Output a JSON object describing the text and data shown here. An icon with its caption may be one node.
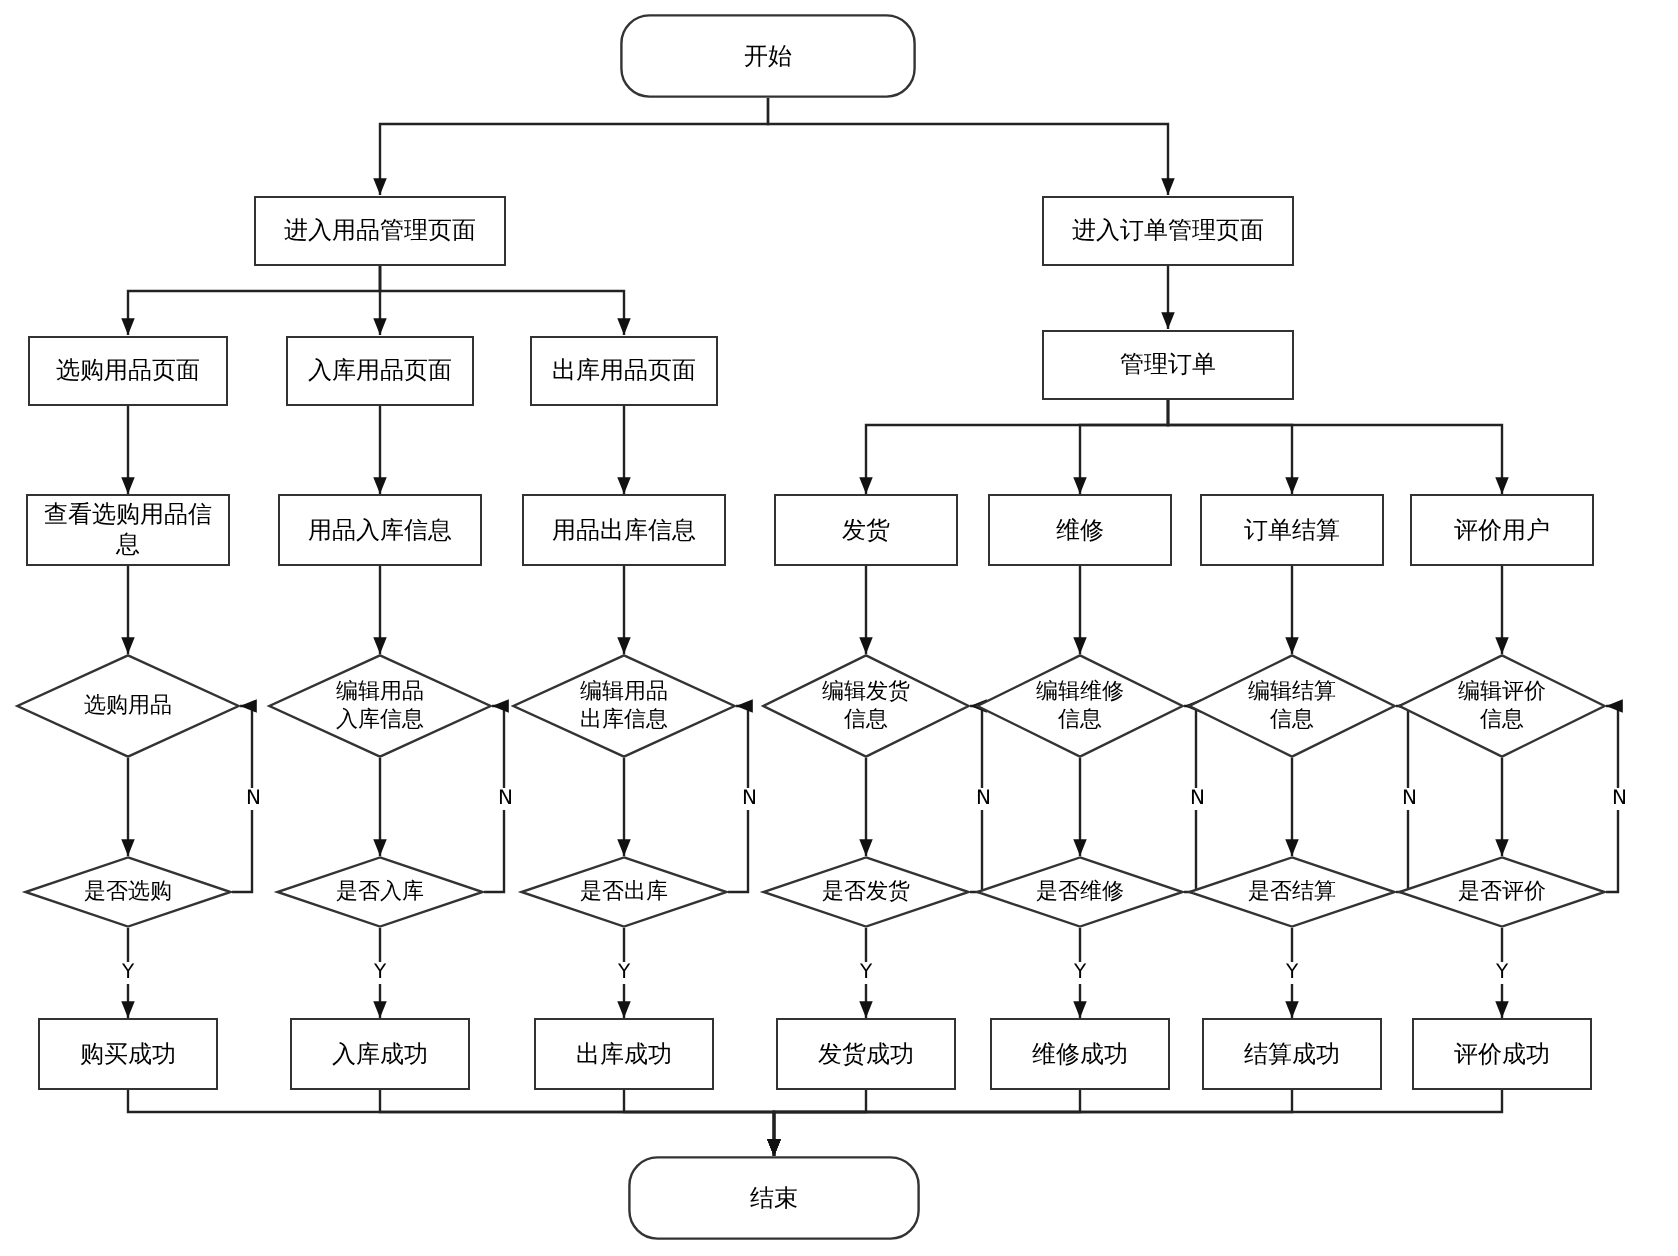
{
  "diagram": {
    "nodes": [
      {
        "text": [
          "开始"
        ]
      },
      {
        "text": [
          "进入用品管理页面"
        ]
      },
      {
        "text": [
          "进入订单管理页面"
        ]
      },
      {
        "text": [
          "选购用品页面"
        ]
      },
      {
        "text": [
          "入库用品页面"
        ]
      },
      {
        "text": [
          "出库用品页面"
        ]
      },
      {
        "text": [
          "管理订单"
        ]
      },
      {
        "text": [
          "查看选购用品信息"
        ]
      },
      {
        "text": [
          "用品入库信息"
        ]
      },
      {
        "text": [
          "用品出库信息"
        ]
      },
      {
        "text": [
          "发货"
        ]
      },
      {
        "text": [
          "维修"
        ]
      },
      {
        "text": [
          "订单结算"
        ]
      },
      {
        "text": [
          "评价用户"
        ]
      },
      {
        "text": [
          "选购用品"
        ]
      },
      {
        "text": [
          "编辑用品入库信息"
        ]
      },
      {
        "text": [
          "编辑用品出库信息"
        ]
      },
      {
        "text": [
          "编辑发货信息"
        ]
      },
      {
        "text": [
          "编辑维修信息"
        ]
      },
      {
        "text": [
          "编辑结算信息"
        ]
      },
      {
        "text": [
          "编辑评价信息"
        ]
      },
      {
        "text": [
          "是否选购"
        ]
      },
      {
        "text": [
          "是否入库"
        ]
      },
      {
        "text": [
          "是否出库"
        ]
      },
      {
        "text": [
          "是否发货"
        ]
      },
      {
        "text": [
          "是否维修"
        ]
      },
      {
        "text": [
          "是否结算"
        ]
      },
      {
        "text": [
          "是否评价"
        ]
      },
      {
        "text": [
          "购买成功"
        ]
      },
      {
        "text": [
          "入库成功"
        ]
      },
      {
        "text": [
          "出库成功"
        ]
      },
      {
        "text": [
          "发货成功"
        ]
      },
      {
        "text": [
          "维修成功"
        ]
      },
      {
        "text": [
          "结算成功"
        ]
      },
      {
        "text": [
          "评价成功"
        ]
      },
      {
        "text": [
          "结束"
        ]
      }
    ],
    "edges": [
      {
        "from": 0,
        "to": 1,
        "arrow": "to"
      },
      {
        "from": 0,
        "to": 2,
        "arrow": "to"
      },
      {
        "from": 1,
        "to": 3,
        "arrow": "to"
      },
      {
        "from": 1,
        "to": 4,
        "arrow": "to"
      },
      {
        "from": 1,
        "to": 5,
        "arrow": "to"
      },
      {
        "from": 2,
        "to": 6,
        "arrow": "to"
      },
      {
        "from": 6,
        "to": 10,
        "arrow": "to"
      },
      {
        "from": 6,
        "to": 11,
        "arrow": "to"
      },
      {
        "from": 6,
        "to": 12,
        "arrow": "to"
      },
      {
        "from": 6,
        "to": 13,
        "arrow": "to"
      },
      {
        "from": 3,
        "to": 7,
        "arrow": "to"
      },
      {
        "from": 4,
        "to": 8,
        "arrow": "to"
      },
      {
        "from": 5,
        "to": 9,
        "arrow": "to"
      },
      {
        "from": 7,
        "to": 14,
        "arrow": "to"
      },
      {
        "from": 8,
        "to": 15,
        "arrow": "to"
      },
      {
        "from": 9,
        "to": 16,
        "arrow": "to"
      },
      {
        "from": 10,
        "to": 17,
        "arrow": "to"
      },
      {
        "from": 11,
        "to": 18,
        "arrow": "to"
      },
      {
        "from": 12,
        "to": 19,
        "arrow": "to"
      },
      {
        "from": 13,
        "to": 20,
        "arrow": "to"
      },
      {
        "from": 14,
        "to": 21,
        "arrow": "to"
      },
      {
        "from": 15,
        "to": 22,
        "arrow": "to"
      },
      {
        "from": 16,
        "to": 23,
        "arrow": "to"
      },
      {
        "from": 17,
        "to": 24,
        "arrow": "to"
      },
      {
        "from": 18,
        "to": 25,
        "arrow": "to"
      },
      {
        "from": 19,
        "to": 26,
        "arrow": "to"
      },
      {
        "from": 20,
        "to": 27,
        "arrow": "to"
      },
      {
        "from": 21,
        "to": 14,
        "label": "N",
        "arrow": "to"
      },
      {
        "from": 22,
        "to": 15,
        "label": "N",
        "arrow": "to"
      },
      {
        "from": 23,
        "to": 16,
        "label": "N",
        "arrow": "to"
      },
      {
        "from": 24,
        "to": 17,
        "label": "N",
        "arrow": "to"
      },
      {
        "from": 25,
        "to": 18,
        "label": "N",
        "arrow": "to"
      },
      {
        "from": 26,
        "to": 19,
        "label": "N",
        "arrow": "to"
      },
      {
        "from": 27,
        "to": 20,
        "label": "N",
        "arrow": "to"
      },
      {
        "from": 21,
        "to": 28,
        "label": "Y",
        "arrow": "to"
      },
      {
        "from": 22,
        "to": 29,
        "label": "Y",
        "arrow": "to"
      },
      {
        "from": 23,
        "to": 30,
        "label": "Y",
        "arrow": "to"
      },
      {
        "from": 24,
        "to": 31,
        "label": "Y",
        "arrow": "to"
      },
      {
        "from": 25,
        "to": 32,
        "label": "Y",
        "arrow": "to"
      },
      {
        "from": 26,
        "to": 33,
        "label": "Y",
        "arrow": "to"
      },
      {
        "from": 27,
        "to": 34,
        "label": "Y",
        "arrow": "to"
      },
      {
        "from": 28,
        "to": 35,
        "arrow": "to"
      },
      {
        "from": 29,
        "to": 35,
        "arrow": "to"
      },
      {
        "from": 30,
        "to": 35,
        "arrow": "to"
      },
      {
        "from": 31,
        "to": 35,
        "arrow": "to"
      },
      {
        "from": 32,
        "to": 35,
        "arrow": "to"
      },
      {
        "from": 33,
        "to": 35,
        "arrow": "to"
      },
      {
        "from": 34,
        "to": 35,
        "arrow": "to"
      }
    ]
  }
}
